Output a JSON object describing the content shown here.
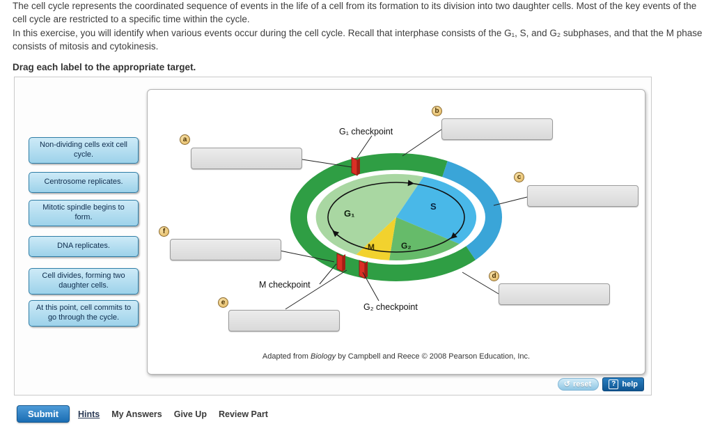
{
  "intro": {
    "para1": "The cell cycle represents the coordinated sequence of events in the life of a cell from its formation to its division into two daughter cells. Most of the key events of the cell cycle are restricted to a specific time within the cycle.",
    "para2": "In this exercise, you will identify when various events occur during the cell cycle. Recall that interphase consists of the G₁, S, and G₂ subphases, and that the M phase consists of mitosis and cytokinesis.",
    "instruction": "Drag each label to the appropriate target."
  },
  "labels": [
    {
      "text": "Non-dividing cells exit cell cycle."
    },
    {
      "text": "Centrosome replicates."
    },
    {
      "text": "Mitotic spindle begins to form."
    },
    {
      "text": "DNA replicates."
    },
    {
      "text": "Cell divides, forming two daughter cells."
    },
    {
      "text": "At this point, cell commits to go through the cycle."
    }
  ],
  "targets": [
    {
      "letter": "a"
    },
    {
      "letter": "b"
    },
    {
      "letter": "c"
    },
    {
      "letter": "d"
    },
    {
      "letter": "e"
    },
    {
      "letter": "f"
    }
  ],
  "diagram": {
    "checkpoints": {
      "g1": "G₁ checkpoint",
      "m": "M checkpoint",
      "g2": "G₂ checkpoint"
    },
    "phases": {
      "g1": "G₁",
      "s": "S",
      "g2": "G₂",
      "m": "M"
    },
    "caption": {
      "prefix": "Adapted from ",
      "title": "Biology",
      "suffix": " by Campbell and Reece © 2008 Pearson Education, Inc."
    }
  },
  "colors": {
    "outer_green": "#2f9e44",
    "outer_blue": "#3aa5d8",
    "g1_fill": "#a9d7a2",
    "s_fill": "#49b8e8",
    "g2_fill": "#66bb6a",
    "m_fill": "#f2d22e",
    "checkpoint_red": "#d93025"
  },
  "controls": {
    "reset": "reset",
    "reset_icon": "↺",
    "help_icon": "?",
    "help": "help",
    "submit": "Submit",
    "links": [
      "Hints",
      "My Answers",
      "Give Up",
      "Review Part"
    ]
  }
}
